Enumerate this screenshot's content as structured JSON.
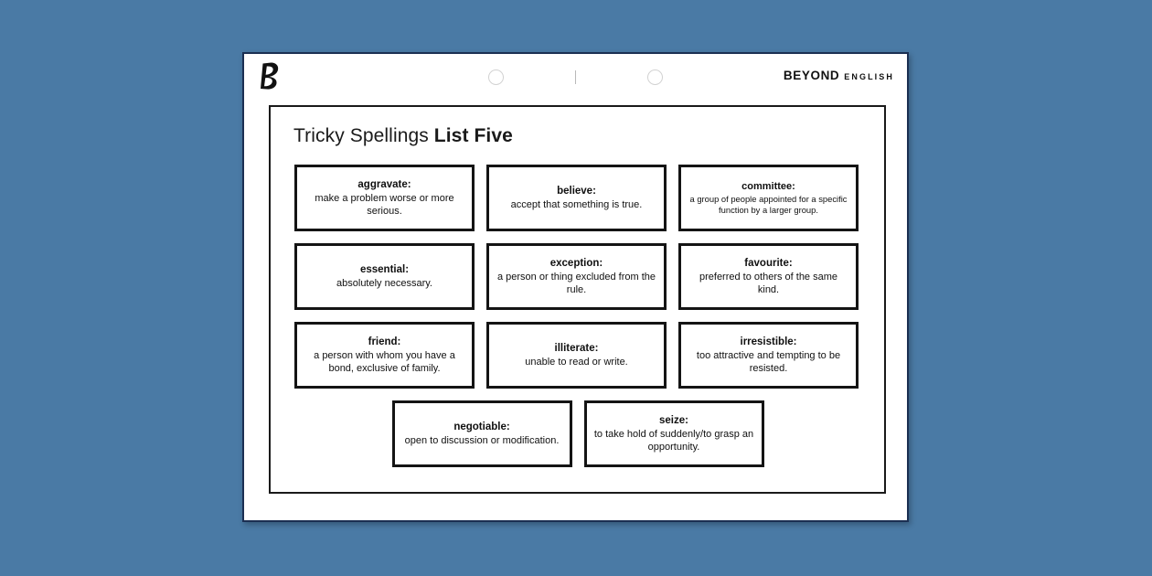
{
  "background_color": "#4a7aa5",
  "page": {
    "border_color": "#1b2f52",
    "background_color": "#ffffff"
  },
  "header": {
    "logo_icon": "beyond-b-logo-icon",
    "markers": [
      {
        "icon": "circle-marker-icon"
      },
      {
        "icon": "tick-marker-icon"
      },
      {
        "icon": "circle-marker-icon"
      }
    ],
    "brand_primary": "BEYOND",
    "brand_secondary": "ENGLISH"
  },
  "content": {
    "title_regular": "Tricky Spellings ",
    "title_bold": "List Five",
    "rows": [
      [
        {
          "term": "aggravate:",
          "definition": "make a problem worse or more serious.",
          "compact": false
        },
        {
          "term": "believe:",
          "definition": "accept that something is true.",
          "compact": false
        },
        {
          "term": "committee:",
          "definition": "a group of people appointed for a specific function by a larger group.",
          "compact": true
        }
      ],
      [
        {
          "term": "essential:",
          "definition": "absolutely necessary.",
          "compact": false
        },
        {
          "term": "exception:",
          "definition": "a person or thing excluded from the rule.",
          "compact": false
        },
        {
          "term": "favourite:",
          "definition": "preferred to others of the same kind.",
          "compact": false
        }
      ],
      [
        {
          "term": "friend:",
          "definition": "a person with whom you have a bond, exclusive of family.",
          "compact": false
        },
        {
          "term": "illiterate:",
          "definition": "unable to read or write.",
          "compact": false
        },
        {
          "term": "irresistible:",
          "definition": "too attractive and tempting to be resisted.",
          "compact": false
        }
      ],
      [
        {
          "term": "negotiable:",
          "definition": "open to discussion or modification.",
          "compact": false
        },
        {
          "term": "seize:",
          "definition": "to take hold of suddenly/to grasp an opportunity.",
          "compact": false
        }
      ]
    ]
  }
}
